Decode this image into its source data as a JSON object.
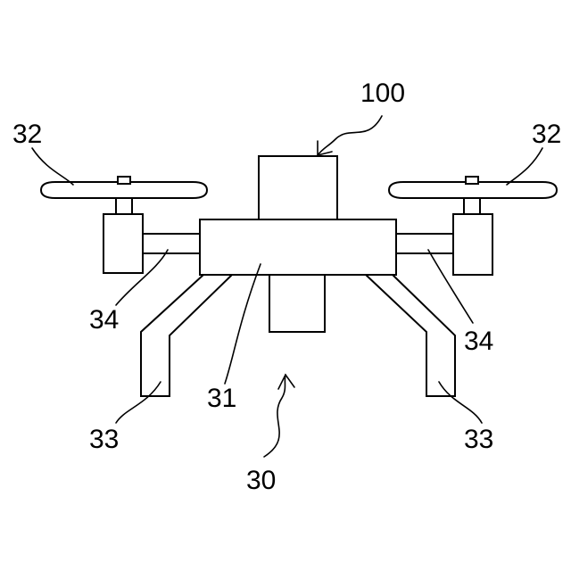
{
  "diagram": {
    "labels": {
      "body": "31",
      "propeller_left": "32",
      "propeller_right": "32",
      "leg_left": "33",
      "leg_right": "33",
      "arm_left": "34",
      "arm_right": "34",
      "drone": "30",
      "device": "100"
    },
    "colors": {
      "line": "#000000",
      "background": "#ffffff"
    }
  }
}
